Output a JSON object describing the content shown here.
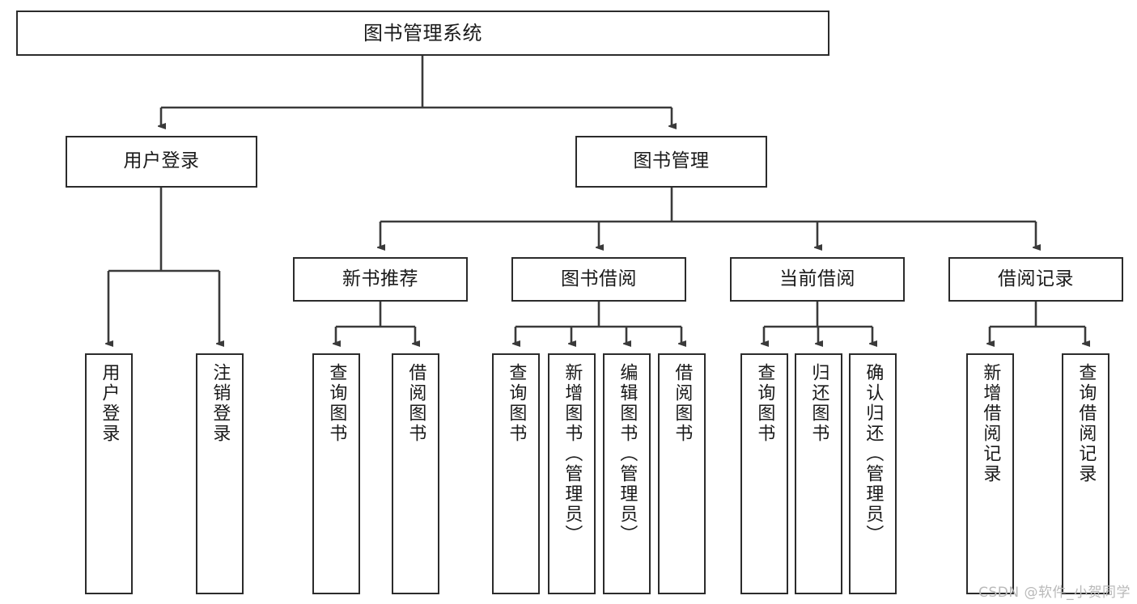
{
  "diagram": {
    "title": "图书管理系统",
    "type": "tree",
    "watermark": "CSDN @软件_小贺同学",
    "colors": {
      "box_border": "#2b2b2b",
      "box_fill": "#ffffff",
      "edge": "#3a3a3a",
      "text": "#1a1a1a",
      "watermark": "#b9b9b9"
    },
    "nodes": {
      "root": {
        "label": "图书管理系统"
      },
      "level2": [
        {
          "label": "用户登录"
        },
        {
          "label": "图书管理"
        }
      ],
      "level3": [
        {
          "label": "新书推荐"
        },
        {
          "label": "图书借阅"
        },
        {
          "label": "当前借阅"
        },
        {
          "label": "借阅记录"
        }
      ],
      "leaves_user_login": [
        {
          "label": "用户登录"
        },
        {
          "label": "注销登录"
        }
      ],
      "leaves_new_book": [
        {
          "label": "查询图书"
        },
        {
          "label": "借阅图书"
        }
      ],
      "leaves_borrow": [
        {
          "label": "查询图书"
        },
        {
          "label": "新增图书（管理员）"
        },
        {
          "label": "编辑图书（管理员）"
        },
        {
          "label": "借阅图书"
        }
      ],
      "leaves_current": [
        {
          "label": "查询图书"
        },
        {
          "label": "归还图书"
        },
        {
          "label": "确认归还（管理员）"
        }
      ],
      "leaves_records": [
        {
          "label": "新增借阅记录"
        },
        {
          "label": "查询借阅记录"
        }
      ]
    }
  }
}
